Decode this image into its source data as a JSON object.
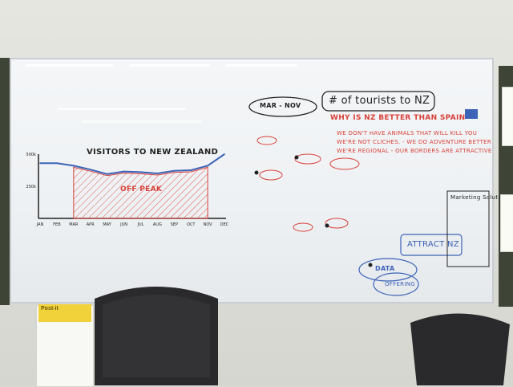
{
  "whiteboard": {
    "chart_title": "VISITORS TO NEW ZEALAND",
    "y_ticks": [
      "500k",
      "250k"
    ],
    "x_ticks": [
      "JAN",
      "FEB",
      "MAR",
      "APR",
      "MAY",
      "JUN",
      "JUL",
      "AUG",
      "SEP",
      "OCT",
      "NOV",
      "DEC"
    ],
    "off_peak_label": "OFF PEAK",
    "bubble_label": "MAR - NOV",
    "heading": "# of tourists to NZ",
    "why_heading": "WHY IS NZ BETTER THAN SPAIN",
    "reasons": [
      "WE DON'T HAVE ANIMALS THAT WILL KILL YOU",
      "WE'RE NOT CLICHES. - WE DO ADVENTURE BETTER",
      "WE'RE REGIONAL - OUR BORDERS ARE ATTRACTIVE"
    ],
    "marketing_note": "Marketing Solution",
    "attract_label": "ATTRACT NZ",
    "data_label": "DATA",
    "offering_label": "OFFERING",
    "postit_brand": "Post-it"
  },
  "chart_data": {
    "type": "line",
    "title": "VISITORS TO NEW ZEALAND",
    "x": [
      "JAN",
      "FEB",
      "MAR",
      "APR",
      "MAY",
      "JUN",
      "JUL",
      "AUG",
      "SEP",
      "OCT",
      "NOV",
      "DEC"
    ],
    "ylim": [
      0,
      500
    ],
    "series": [
      {
        "values": [
          430,
          430,
          410,
          380,
          345,
          365,
          360,
          350,
          370,
          375,
          410,
          500
        ]
      }
    ],
    "annotations": [
      "OFF PEAK"
    ]
  },
  "colors": {
    "ink_red": "#d9413a",
    "ink_green": "#2fb37a",
    "ink_blue": "#3c63b8",
    "ink_black": "#222222"
  }
}
